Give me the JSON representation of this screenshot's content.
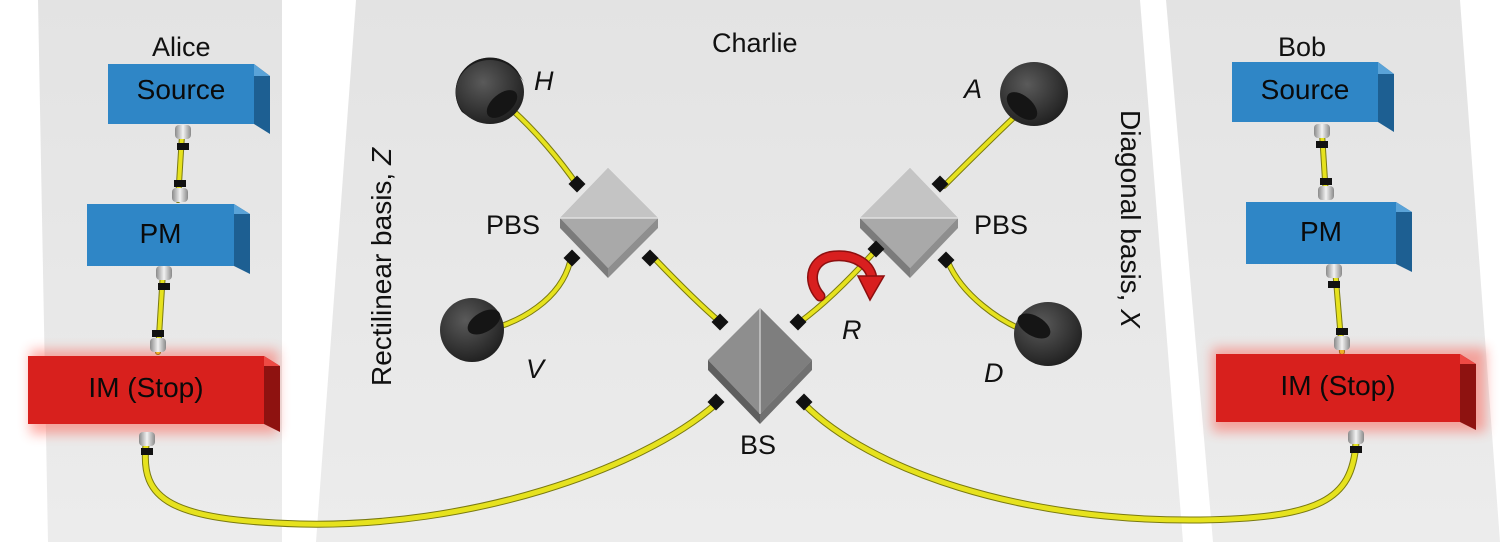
{
  "parties": {
    "alice": "Alice",
    "bob": "Bob",
    "charlie": "Charlie"
  },
  "alice_chain": {
    "source": "Source",
    "pm": "PM",
    "im": "IM (Stop)"
  },
  "bob_chain": {
    "source": "Source",
    "pm": "PM",
    "im": "IM (Stop)"
  },
  "charlie_setup": {
    "bs": "BS",
    "pbs_left": "PBS",
    "pbs_right": "PBS",
    "rotation": "R",
    "detector_h": "H",
    "detector_v": "V",
    "detector_a": "A",
    "detector_d": "D",
    "basis_left": "Rectilinear basis, Z",
    "basis_right": "Diagonal basis, X"
  },
  "colors": {
    "source_pm": "#2f86c6",
    "im": "#d8201d",
    "fiber": "#e6e21e",
    "splitter": "#9c9c9c",
    "detector": "#2a2a2a",
    "panel": "#e7e7e7",
    "rotation_arrow": "#d81f1f"
  }
}
